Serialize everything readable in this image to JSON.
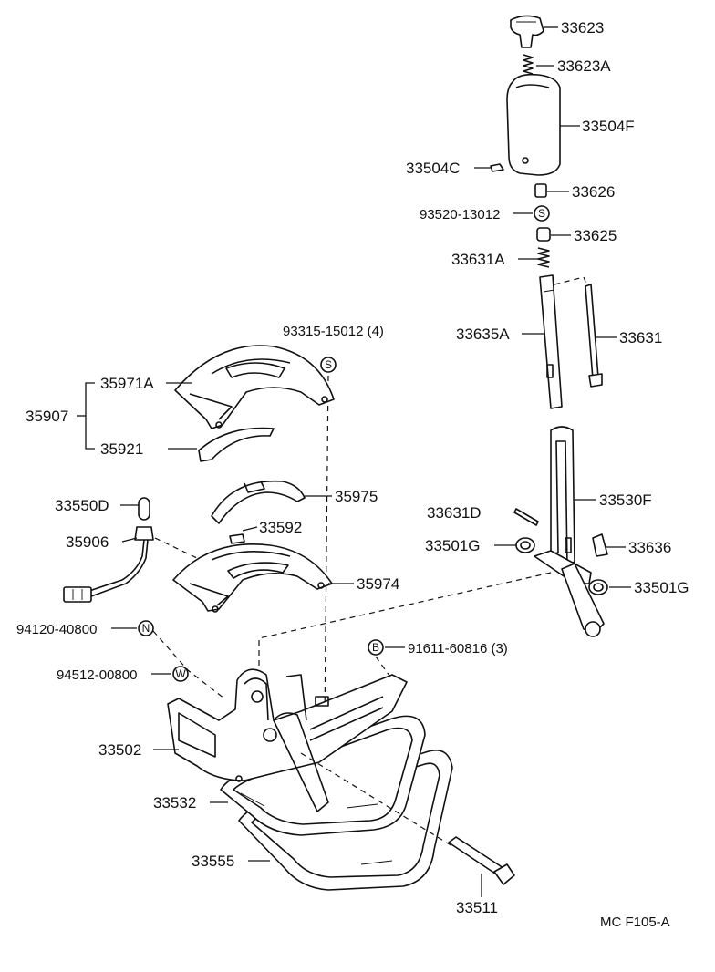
{
  "labels": {
    "p33623": "33623",
    "p33623a": "33623A",
    "p33504f": "33504F",
    "p33504c": "33504C",
    "p33626": "33626",
    "p93520": "93520-13012",
    "p33625": "33625",
    "p33631a": "33631A",
    "p33635a": "33635A",
    "p33631": "33631",
    "p93315": "93315-15012 (4)",
    "p35971a": "35971A",
    "p35907": "35907",
    "p35921": "35921",
    "p35975": "35975",
    "p33550d": "33550D",
    "p35592": "33592",
    "p35906": "35906",
    "p35974": "35974",
    "p33631d": "33631D",
    "p33530f": "33530F",
    "p33501g_left": "33501G",
    "p33636": "33636",
    "p33501g_right": "33501G",
    "p94120": "94120-40800",
    "p94512": "94512-00800",
    "p91611": "91611-60816 (3)",
    "p33502": "33502",
    "p33532": "33532",
    "p33555": "33555",
    "p33511": "33511"
  },
  "symbols": {
    "s": "S",
    "s2": "S",
    "n": "N",
    "w": "W",
    "b": "B"
  },
  "caption": "MC  F105-A"
}
